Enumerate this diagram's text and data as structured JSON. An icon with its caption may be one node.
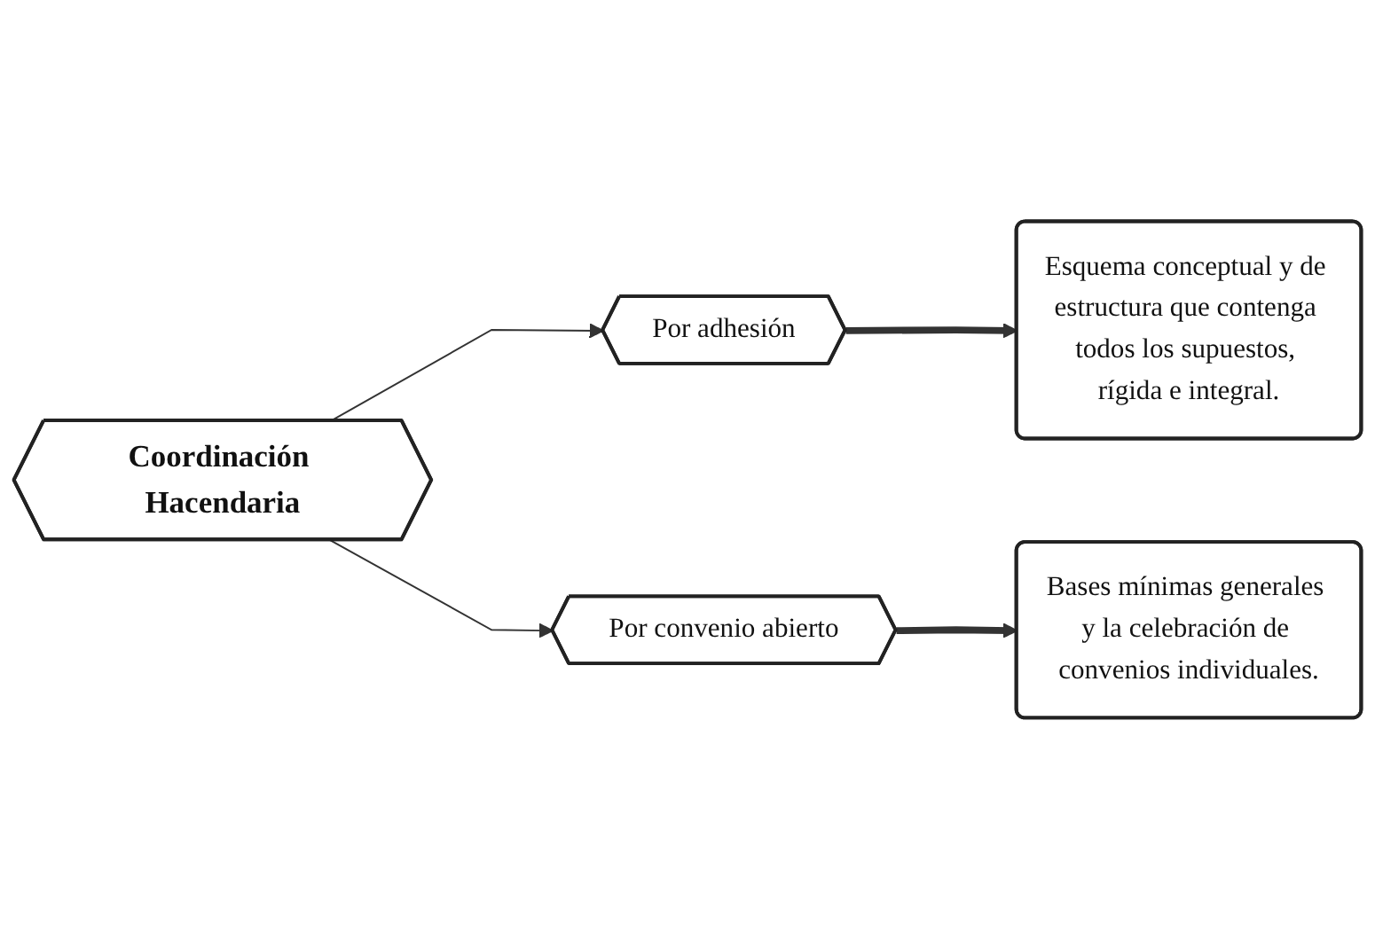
{
  "diagram": {
    "nodes": [
      {
        "text": [
          "Coordinación Hacendaria"
        ]
      },
      {
        "text": [
          "Por adhesión"
        ]
      },
      {
        "text": [
          "Esquema conceptual y de estructura que contenga todos los supuestos, rígida e integral."
        ]
      },
      {
        "text": [
          "Por convenio abierto"
        ]
      },
      {
        "text": [
          "Bases mínimas generales y la celebración de convenios individuales."
        ]
      }
    ],
    "edges": [
      {
        "from": 0,
        "to": 1,
        "arrow": "to"
      },
      {
        "from": 1,
        "to": 2,
        "arrow": "to",
        "style": "thick"
      },
      {
        "from": 0,
        "to": 3,
        "arrow": "to"
      },
      {
        "from": 3,
        "to": 4,
        "arrow": "to",
        "style": "thick"
      }
    ]
  }
}
